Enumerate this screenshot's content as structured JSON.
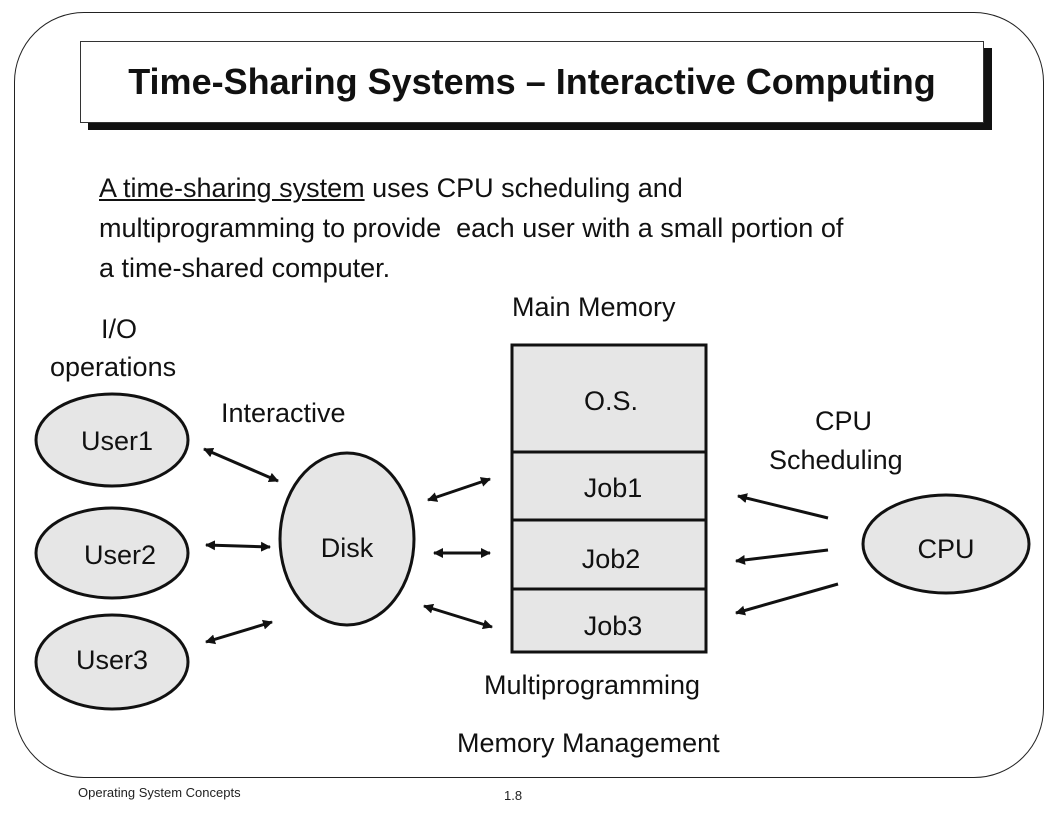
{
  "slide": {
    "title": "Time-Sharing Systems – Interactive Computing",
    "paragraph": {
      "underlined": "A time-sharing system",
      "line1_rest": " uses CPU scheduling and",
      "line2": "multiprogramming to provide  each user with a small portion of",
      "line3": "a time-shared computer."
    }
  },
  "diagram": {
    "io_label_line1": "I/O",
    "io_label_line2": "operations",
    "interactive_label": "Interactive",
    "main_memory_label": "Main Memory",
    "cpu_scheduling_line1": "CPU",
    "cpu_scheduling_line2": "Scheduling",
    "multiprogramming_label": "Multiprogramming",
    "memory_management_label": "Memory Management",
    "users": [
      "User1",
      "User2",
      "User3"
    ],
    "disk": "Disk",
    "memory_blocks": [
      "O.S.",
      "Job1",
      "Job2",
      "Job3"
    ],
    "cpu": "CPU",
    "colors": {
      "shape_fill": "#e6e6e6",
      "outline": "#111111"
    }
  },
  "footer": {
    "left": "Operating System Concepts",
    "center": "1.8"
  }
}
